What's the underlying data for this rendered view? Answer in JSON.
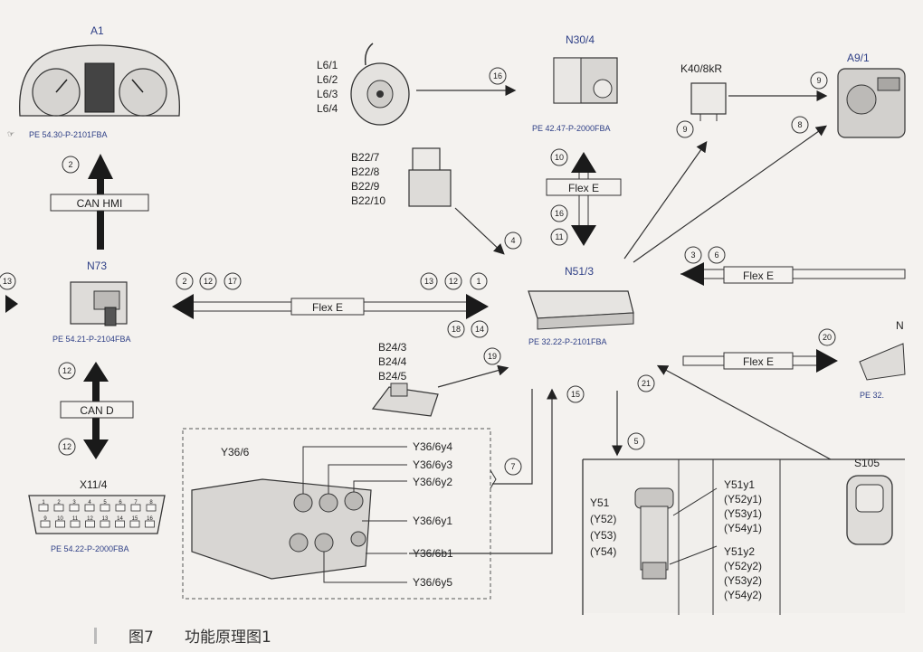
{
  "components": {
    "a1": {
      "name": "A1",
      "ref": "PE 54.30-P-2101FBA"
    },
    "n30_4": {
      "name": "N30/4",
      "ref": "PE 42.47-P-2000FBA"
    },
    "k40": {
      "name": "K40/8kR"
    },
    "a9_1": {
      "name": "A9/1"
    },
    "l6": {
      "labels": [
        "L6/1",
        "L6/2",
        "L6/3",
        "L6/4"
      ]
    },
    "b22": {
      "labels": [
        "B22/7",
        "B22/8",
        "B22/9",
        "B22/10"
      ]
    },
    "n73": {
      "name": "N73",
      "ref": "PE 54.21-P-2104FBA"
    },
    "n51_3": {
      "name": "N51/3",
      "ref": "PE 32.22-P-2101FBA"
    },
    "b24": {
      "labels": [
        "B24/3",
        "B24/4",
        "B24/5"
      ]
    },
    "x11_4": {
      "name": "X11/4",
      "ref": "PE 54.22-P-2000FBA"
    },
    "y36_6": {
      "name": "Y36/6",
      "labels": [
        "Y36/6y4",
        "Y36/6y3",
        "Y36/6y2",
        "Y36/6y1",
        "Y36/6b1",
        "Y36/6y5"
      ]
    },
    "y51": {
      "left_labels": [
        "Y51",
        "(Y52)",
        "(Y53)",
        "(Y54)"
      ],
      "right_top_labels": [
        "Y51y1",
        "(Y52y1)",
        "(Y53y1)",
        "(Y54y1)"
      ],
      "right_bottom_labels": [
        "Y51y2",
        "(Y52y2)",
        "(Y53y2)",
        "(Y54y2)"
      ]
    },
    "s105": {
      "name": "S105"
    },
    "right_partial": {
      "name": "N",
      "ref": "PE 32."
    }
  },
  "buses": {
    "can_hmi": "CAN HMI",
    "can_d": "CAN D",
    "flex_e": "Flex E"
  },
  "signal_numbers": {
    "s2_top": "2",
    "s16_top": "16",
    "s9_top": "9",
    "s9_mid": "9",
    "s8": "8",
    "s10": "10",
    "s16_mid": "16",
    "s11": "11",
    "s4": "4",
    "s3": "3",
    "s6": "6",
    "s13_edge": "13",
    "n73_left_2": "2",
    "n73_left_12": "12",
    "n73_left_17": "17",
    "n51_13": "13",
    "n51_12": "12",
    "n51_1": "1",
    "n51_18": "18",
    "n51_14": "14",
    "s12_up": "12",
    "s12_down": "12",
    "s19": "19",
    "s15": "15",
    "s21": "21",
    "s20": "20",
    "s7": "7",
    "s5": "5"
  },
  "connector_pins": {
    "top_row": [
      "1",
      "2",
      "3",
      "4",
      "5",
      "6",
      "7",
      "8"
    ],
    "bottom_row": [
      "9",
      "10",
      "11",
      "12",
      "13",
      "14",
      "15",
      "16"
    ]
  },
  "caption": {
    "figure": "图7",
    "title": "功能原理图1"
  }
}
